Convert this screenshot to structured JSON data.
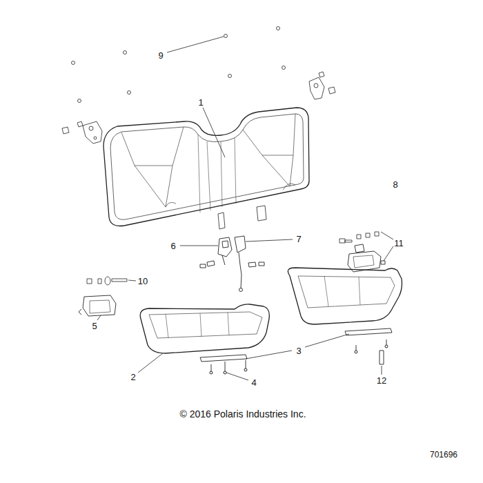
{
  "diagram": {
    "labels": [
      "9",
      "1",
      "8",
      "6",
      "7",
      "11",
      "10",
      "5",
      "3",
      "2",
      "4",
      "12",
      "© 2016 Polaris Industries Inc.",
      "701696"
    ]
  }
}
